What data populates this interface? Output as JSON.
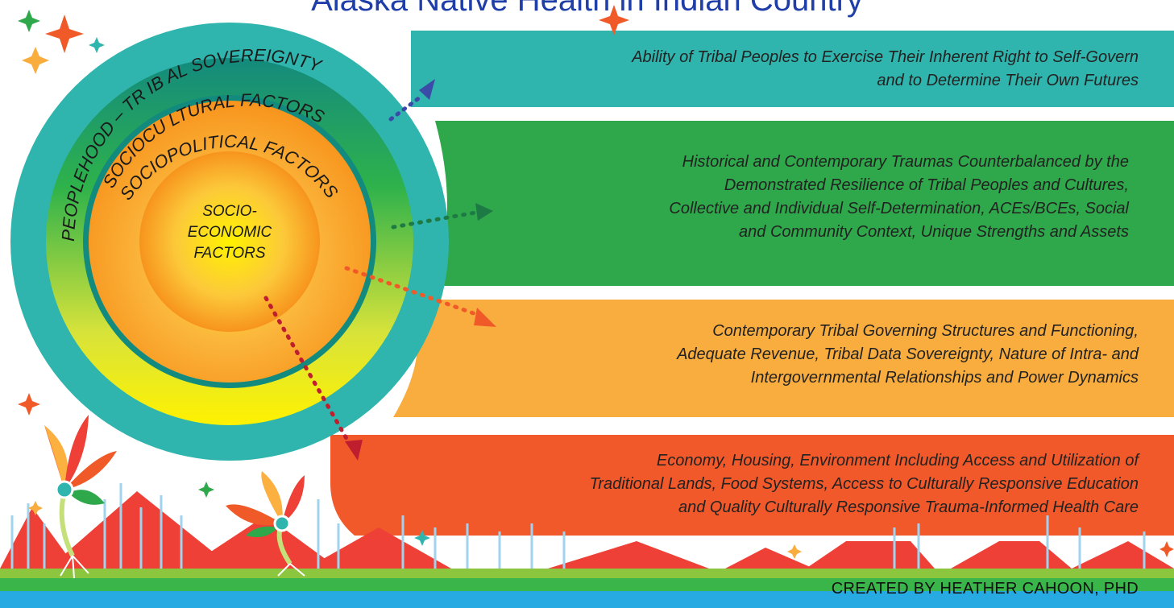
{
  "title": "Alaska Native Health in Indian Country",
  "rings": {
    "outer": "PEOPLEHOOD – TR IB AL SOVEREIGNTY",
    "second": "SOCIOCU LTURAL FACTORS",
    "third": "SOCIOPOLITICAL FACTORS",
    "core": [
      "SOCIO-",
      "ECONOMIC",
      "FACTORS"
    ]
  },
  "bands": [
    {
      "color": "#2fb5ad",
      "lines": [
        "Ability of Tribal Peoples to Exercise Their Inherent Right to Self-Govern",
        "and to Determine Their Own Futures"
      ]
    },
    {
      "color": "#2ea84a",
      "lines": [
        "Historical and Contemporary Traumas Counterbalanced by the",
        "Demonstrated Resilience of Tribal Peoples and Cultures,",
        "Collective and Individual Self-Determination, ACEs/BCEs, Social",
        "and Community Context, Unique Strengths and Assets"
      ]
    },
    {
      "color": "#f9ad3f",
      "lines": [
        "Contemporary Tribal Governing Structures and Functioning,",
        "Adequate Revenue, Tribal Data Sovereignty, Nature of Intra- and",
        "Intergovernmental Relationships and Power Dynamics"
      ]
    },
    {
      "color": "#f1592a",
      "lines": [
        "Economy, Housing, Environment Including Access and Utilization of",
        "Traditional Lands, Food Systems, Access to Culturally Responsive Education",
        "and Quality Culturally Responsive Trauma-Informed Health Care"
      ]
    }
  ],
  "credit": "CREATED BY HEATHER CAHOON, PHD",
  "colors": {
    "title": "#1f3ea8",
    "teal": "#2fb5ad",
    "green": "#2ea84a",
    "orange": "#f9ad3f",
    "red": "#f1592a",
    "mountain": "#ee4036",
    "arrow_blue": "#3a4ca8",
    "arrow_green": "#1e7a45",
    "arrow_orange": "#f05a28",
    "arrow_red": "#be1e2d"
  }
}
